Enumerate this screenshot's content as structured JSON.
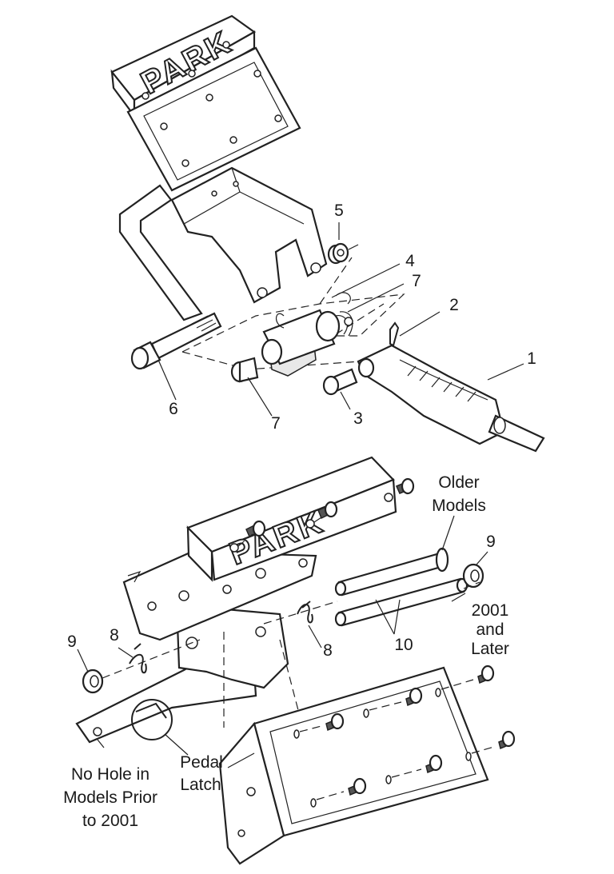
{
  "diagram": {
    "top_pedal_text": "PARK",
    "bottom_pedal_text": "PARK",
    "callouts": {
      "c1": "1",
      "c2": "2",
      "c3": "3",
      "c4": "4",
      "c5": "5",
      "c6": "6",
      "c7a": "7",
      "c7b": "7",
      "c8a": "8",
      "c8b": "8",
      "c9a": "9",
      "c9b": "9",
      "c10": "10"
    },
    "notes": {
      "older_1": "Older",
      "older_2": "Models",
      "later_1": "2001",
      "later_2": "and",
      "later_3": "Later",
      "latch_1": "Pedal",
      "latch_2": "Latch",
      "nohole_1": "No Hole in",
      "nohole_2": "Models Prior",
      "nohole_3": "to 2001"
    }
  }
}
